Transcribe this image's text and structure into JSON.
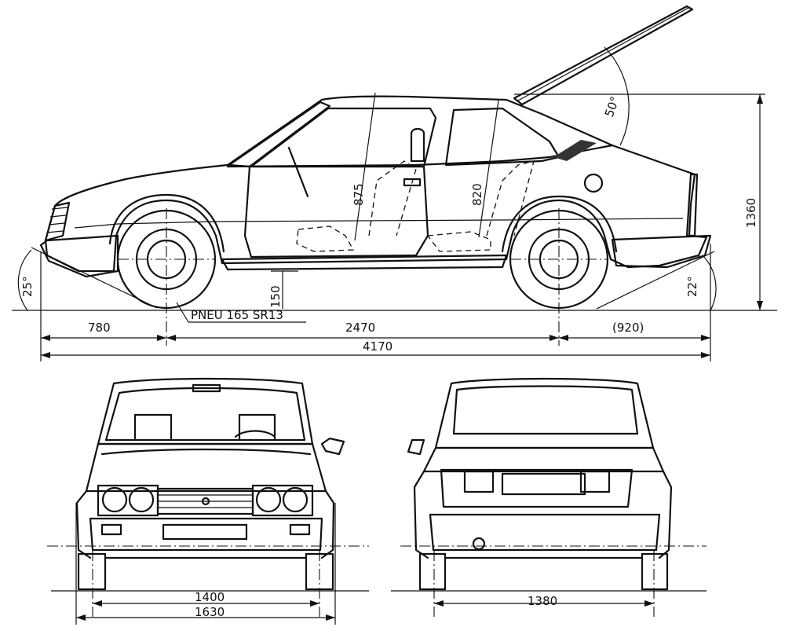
{
  "side_view": {
    "tyre_label": "PNEU 165 SR13",
    "front_overhang": "780",
    "wheelbase": "2470",
    "rear_overhang": "(920)",
    "overall_length": "4170",
    "overall_height": "1360",
    "ground_clearance": "150",
    "front_headroom": "875",
    "rear_headroom": "820",
    "approach_angle": "25°",
    "departure_angle": "22°",
    "tailgate_angle": "50°"
  },
  "front_view": {
    "front_track": "1400",
    "overall_width": "1630"
  },
  "rear_view": {
    "rear_track": "1380"
  }
}
